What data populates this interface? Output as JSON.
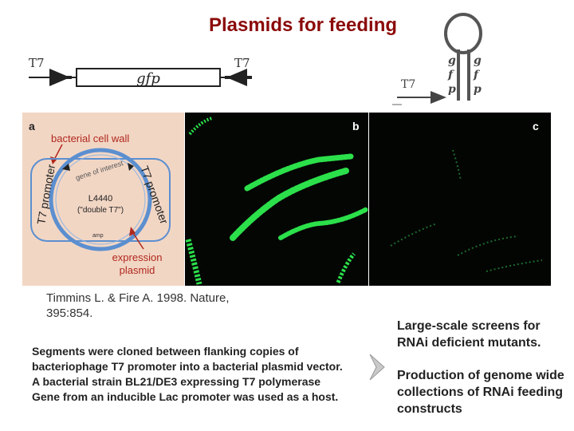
{
  "title": "Plasmids for feeding",
  "construct": {
    "left_label": "T7",
    "center_label": "gfp",
    "right_label": "T7"
  },
  "hairpin": {
    "left_letters": [
      "g",
      "f",
      "p"
    ],
    "right_letters": [
      "g",
      "f",
      "p"
    ],
    "promoter_label": "T7"
  },
  "figure": {
    "panel_a_letter": "a",
    "panel_b_letter": "b",
    "panel_c_letter": "c",
    "cell_wall_label": "bacterial cell wall",
    "left_promoter_label": "T7 promoter",
    "right_promoter_label": "T7 promoter",
    "gene_label": "gene of interest",
    "plasmid_name": "L4440",
    "plasmid_sub": "(\"double T7\")",
    "amp_label": "amp",
    "expression_label_1": "expression",
    "expression_label_2": "plasmid"
  },
  "citation_line1": "Timmins L. & Fire A. 1998. Nature,",
  "citation_line2": "395:854.",
  "segments_lines": [
    "Segments were cloned between flanking copies of",
    "bacteriophage T7 promoter into a bacterial plasmid vector.",
    "A bacterial strain BL21/DE3 expressing  T7 polymerase",
    "Gene from an inducible Lac promoter was used as a host."
  ],
  "right_text_1": "Large-scale screens for RNAi deficient mutants.",
  "right_text_2": "Production of genome wide collections of RNAi feeding constructs",
  "colors": {
    "title": "#8b0a0a",
    "panel_bg": "#f2d6c4",
    "wall_blue": "#5b8fd0",
    "worm_green": "#2be04a",
    "label_red": "#b0281e"
  }
}
